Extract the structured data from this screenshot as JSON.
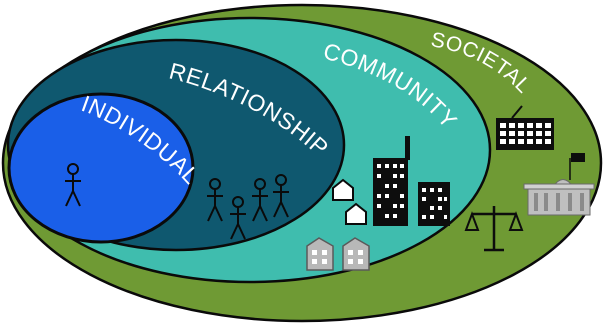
{
  "labels": {
    "societal": "SOCIETAL",
    "community": "COMMUNITY",
    "relationship": "RELATIONSHIP",
    "individual": "INDIVIDUAL"
  },
  "colors": {
    "societal": "#6f9a34",
    "community": "#3fbdae",
    "relationship": "#0f586f",
    "individual": "#1a5fe8",
    "outline": "#0a0a0a",
    "label": "#ffffff",
    "building": "#0d0d0d",
    "house": "#ffffff",
    "gov": "#bfbfbf"
  },
  "icons": {
    "individual": [
      "person-icon"
    ],
    "relationship": [
      "person-icon",
      "person-icon",
      "person-icon",
      "person-icon",
      "person-icon"
    ],
    "community": [
      "house-icon",
      "house-icon",
      "office-building-icon",
      "office-building-icon",
      "town-building-icon",
      "town-building-icon"
    ],
    "societal": [
      "computer-keyboard-icon",
      "justice-scale-icon",
      "government-building-icon"
    ]
  }
}
